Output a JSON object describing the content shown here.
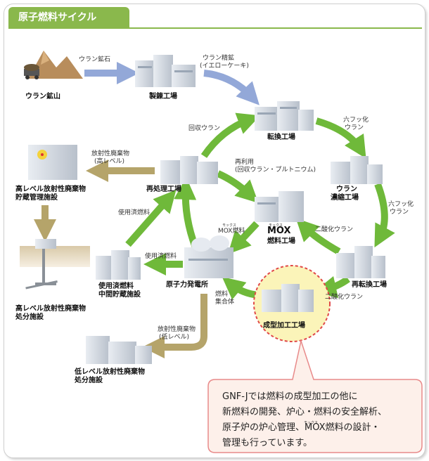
{
  "header": {
    "title": "原子燃料サイクル"
  },
  "facilities": {
    "mine": "ウラン鉱山",
    "refinery": "製錬工場",
    "conversion": "転換工場",
    "enrichment": [
      "ウラン",
      "濃縮工場"
    ],
    "reconversion": "再転換工場",
    "fabrication": "成型加工工場",
    "mox_plant": [
      "MOX",
      "燃料工場"
    ],
    "reprocessing": "再処理工場",
    "power_plant": "原子力発電所",
    "interim_storage": [
      "使用済燃料",
      "中間貯蔵施設"
    ],
    "hlw_storage": [
      "高レベル放射性廃棄物",
      "貯蔵管理施設"
    ],
    "hlw_disposal": [
      "高レベル放射性廃棄物",
      "処分施設"
    ],
    "llw_disposal": [
      "低レベル放射性廃棄物",
      "処分施設"
    ]
  },
  "flows": {
    "uranium_ore": "ウラン鉱石",
    "yellowcake": [
      "ウラン精鉱",
      "(イエローケーキ)"
    ],
    "uf6_a": [
      "六フッ化",
      "ウラン"
    ],
    "uf6_b": [
      "六フッ化",
      "ウラン"
    ],
    "uo2_a": "二酸化ウラン",
    "uo2_b": "二酸化ウラン",
    "recovered_uranium": "回収ウラン",
    "reuse": [
      "再利用",
      "(回収ウラン・プルトニウム)"
    ],
    "hlw": [
      "放射性廃棄物",
      "(高レベル)"
    ],
    "spent_fuel_a": "使用済燃料",
    "spent_fuel_b": "使用済燃料",
    "mox_fuel": "MOX燃料",
    "mox_ruby": "モックス",
    "mox_ruby_b": "モックス",
    "mox_ruby_c": "モックス",
    "fuel_assembly": [
      "燃料",
      "集合体"
    ],
    "llw": [
      "放射性廃棄物",
      "(低レベル)"
    ]
  },
  "callout": {
    "text": "GNF-Jでは燃料の成型加工の他に\n新燃料の開発、炉心・燃料の安全解析、\n原子炉の炉心管理、MOX燃料の設計・\n管理も行っています。"
  },
  "colors": {
    "green": "#6fb93a",
    "blue": "#93a8d8",
    "tan": "#b5a46a",
    "title_green": "#8ab84c",
    "callout_border": "#e88a8a"
  }
}
